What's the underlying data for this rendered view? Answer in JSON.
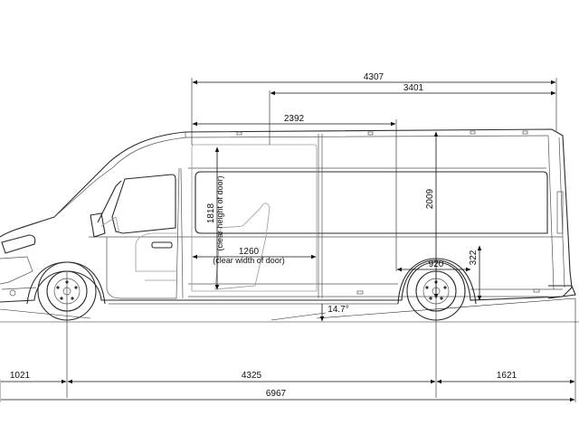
{
  "dimensions": {
    "overall_rear_top": "4307",
    "rear_section": "3401",
    "side_door_to_axle": "2392",
    "interior_height": "2009",
    "door_clear_height": "1818",
    "door_clear_height_note": "(clear height of door)",
    "door_clear_width": "1260",
    "door_clear_width_note": "(clear width of door)",
    "rear_axle_offset": "920",
    "step_height": "322",
    "front_overhang": "1021",
    "wheelbase": "4325",
    "rear_overhang": "1621",
    "overall_length": "6967",
    "departure_angle": "14.7°"
  },
  "colors": {
    "line": "#2a2a2a",
    "grey": "#9a9a9a",
    "text": "#111111"
  }
}
